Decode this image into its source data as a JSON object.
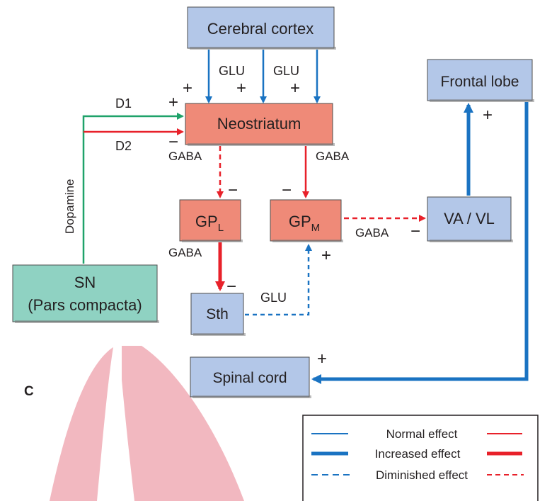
{
  "panel_label": "C",
  "nodes": {
    "cortex": "Cerebral cortex",
    "frontal": "Frontal lobe",
    "neostriatum": "Neostriatum",
    "gpl": {
      "main": "GP",
      "sub": "L"
    },
    "gpm": {
      "main": "GP",
      "sub": "M"
    },
    "vavl": "VA / VL",
    "sn_line1": "SN",
    "sn_line2": "(Pars compacta)",
    "sth": "Sth",
    "spinal": "Spinal cord"
  },
  "labels": {
    "glu_left": "GLU",
    "glu_right": "GLU",
    "glu_sth": "GLU",
    "d1": "D1",
    "d2": "D2",
    "gaba_neo_left": "GABA",
    "gaba_neo_right": "GABA",
    "gaba_gpl": "GABA",
    "gaba_gpm": "GABA",
    "dopamine": "Dopamine"
  },
  "signs": {
    "plus": "+",
    "minus": "−"
  },
  "legend": {
    "rows": [
      {
        "label": "Normal effect",
        "style": "normal"
      },
      {
        "label": "Increased effect",
        "style": "increased"
      },
      {
        "label": "Diminished effect",
        "style": "diminished"
      }
    ]
  },
  "colors": {
    "blue_box": "#b3c7e8",
    "salmon_box": "#ef8a78",
    "teal_box": "#8fd2c2",
    "blue_line": "#1a73c2",
    "red_line": "#e8212a",
    "green_line": "#1fa26a",
    "pink_shape": "#f2b8c0"
  }
}
